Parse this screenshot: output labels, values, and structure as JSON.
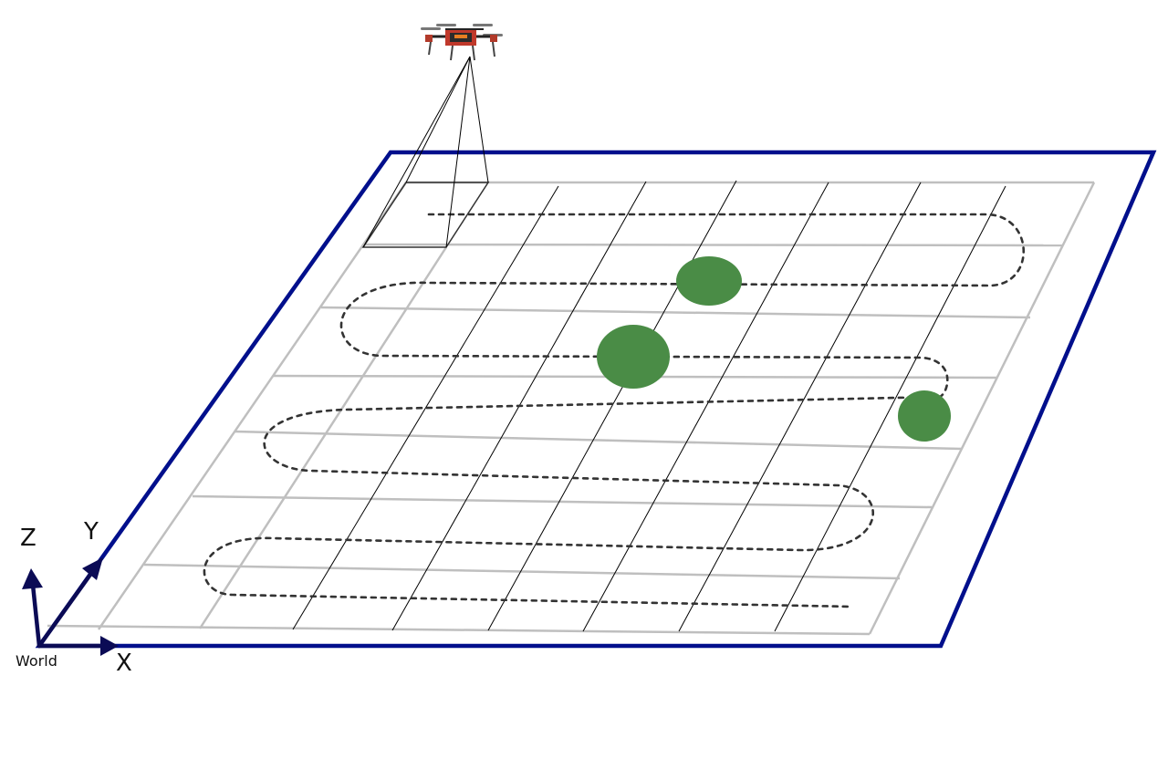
{
  "axes": {
    "x": "X",
    "y": "Y",
    "z": "Z",
    "origin": "World"
  },
  "colors": {
    "field_border": "#000f8c",
    "grid": "#bfbfbf",
    "target": "#4a8c46",
    "path": "#333333",
    "axis_arrow": "#0b0b55"
  },
  "icons": [
    "quadcopter-drone-icon"
  ]
}
